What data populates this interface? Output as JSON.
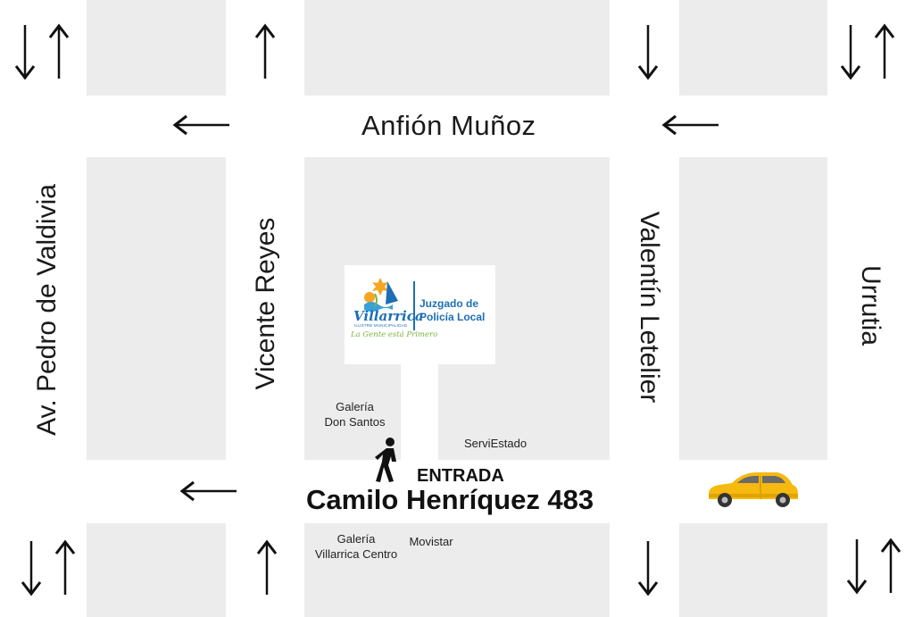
{
  "streets": {
    "top_horizontal": "Anfión Muñoz",
    "bottom_horizontal": "Camilo Henríquez 483",
    "far_left_vertical": "Av. Pedro de Valdivia",
    "center_left_vertical": "Vicente Reyes",
    "center_right_vertical": "Valentín Letelier",
    "far_right_vertical": "Urrutia"
  },
  "entrance": {
    "label": "ENTRADA"
  },
  "places": {
    "galeria_don_santos": [
      "Galería",
      "Don Santos"
    ],
    "serviestado": "ServiEstado",
    "galeria_villarrica_centro": [
      "Galería",
      "Villarrica Centro"
    ],
    "movistar": "Movistar"
  },
  "logo": {
    "municipality_name": "Villarrica",
    "municipality_subtitle": "ILUSTRE MUNICIPALIDAD",
    "slogan": "La Gente está Primero",
    "office_line1": "Juzgado de",
    "office_line2": "Policía Local"
  },
  "colors": {
    "block": "#ececec",
    "background": "#ffffff",
    "logo_blue": "#1d6fb5",
    "logo_green": "#7cb342",
    "car": "#f6b90f",
    "arrows": "#111111"
  },
  "icons": [
    "arrow-up-icon",
    "arrow-down-icon",
    "arrow-left-icon",
    "pedestrian-icon",
    "car-icon",
    "municipality-logo"
  ]
}
